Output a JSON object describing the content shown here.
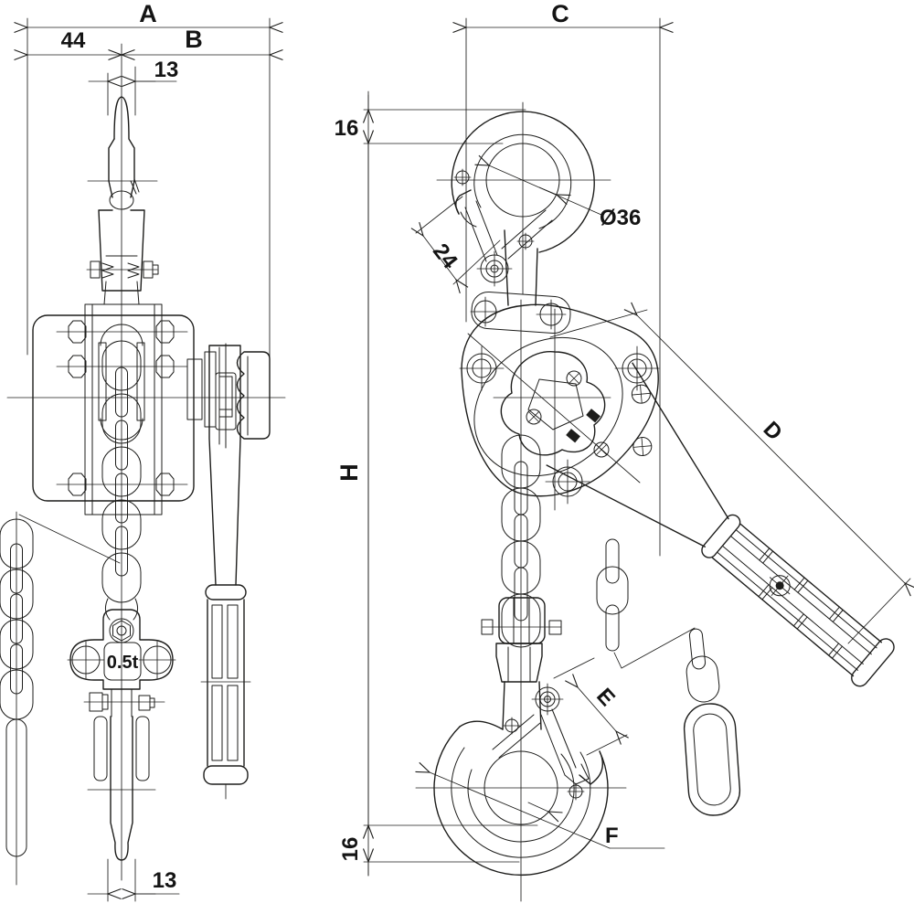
{
  "drawing": {
    "background": "#ffffff",
    "line_color": "#1d1d1b",
    "capacity_label": "0.5t",
    "front_view": {
      "dim_a": "A",
      "dim_44": "44",
      "dim_b": "B",
      "dim_13_top": "13",
      "dim_13_bottom": "13"
    },
    "side_view": {
      "dim_c": "C",
      "dim_16_top": "16",
      "dim_dia36": "Ø36",
      "dim_24": "24",
      "dim_d": "D",
      "dim_h": "H",
      "dim_e": "E",
      "dim_f": "F",
      "dim_16_bottom": "16"
    }
  }
}
